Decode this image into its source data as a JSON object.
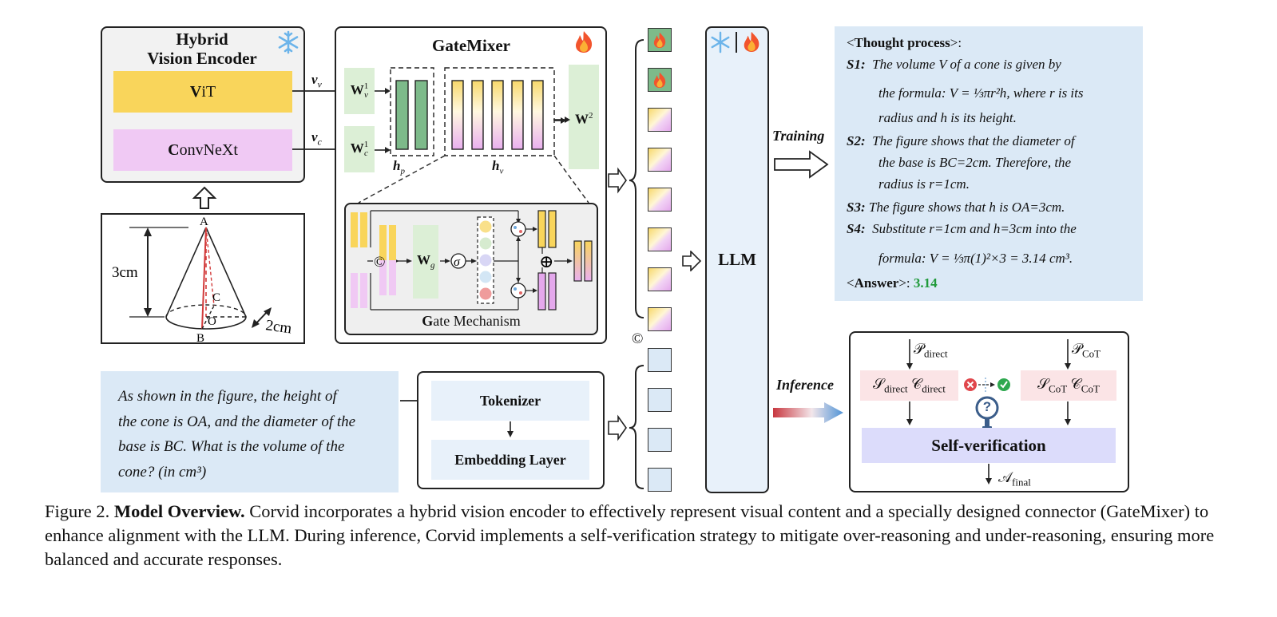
{
  "encoder": {
    "title_line1": "Hybrid",
    "title_line2": "Vision Encoder",
    "vit_initial": "V",
    "vit_rest": "iT",
    "conv_initial": "C",
    "conv_rest": "onvNeXt",
    "v_label": "v",
    "v_sub": "v",
    "c_label": "v",
    "c_sub": "c"
  },
  "geometry_figure": {
    "point_a": "A",
    "point_b": "B",
    "point_c": "C",
    "point_o": "O",
    "height_label": "3cm",
    "diameter_label": "2cm"
  },
  "gatemixer": {
    "title": "GateMixer",
    "w1v_base": "W",
    "w1v_sup": "1",
    "w1v_sub": "v",
    "w1c_base": "W",
    "w1c_sup": "1",
    "w1c_sub": "c",
    "hp_base": "h",
    "hp_sub": "p",
    "hv_base": "h",
    "hv_sub": "v",
    "w2_base": "W",
    "w2_sup": "2",
    "gate_initial": "G",
    "gate_rest": "ate Mechanism",
    "concat_symbol": "©",
    "wg_base": "W",
    "wg_sub": "g",
    "sigma": "σ",
    "plus": "⊕"
  },
  "tokens": {
    "concat_symbol": "©"
  },
  "llm": {
    "label": "LLM"
  },
  "question": {
    "line1": "As shown in the figure, the height of",
    "line2": "the cone is OA, and the diameter of the",
    "line3": "base is BC. What is the volume of the",
    "line4": "cone? (in cm³)"
  },
  "tokenizer": {
    "label": "Tokenizer"
  },
  "embedding": {
    "label": "Embedding Layer"
  },
  "thought": {
    "header_open": "<",
    "header_title": "Thought process",
    "header_close": ">:",
    "s1_label": "S1:",
    "s1_line1": "The volume V of a cone is given by",
    "s1_line2a": "the formula: ",
    "s1_formula": "V = ⅓πr²h",
    "s1_line2b": ", where r is its",
    "s1_line3": "radius and h is its height.",
    "s2_label": "S2:",
    "s2_line1": "The figure shows that the diameter of",
    "s2_line2": "the base is BC=2cm. Therefore, the",
    "s2_line3": "radius is r=1cm.",
    "s3_label": "S3:",
    "s3_text": "The figure shows that h is OA=3cm.",
    "s4_label": "S4:",
    "s4_line1": "Substitute r=1cm and h=3cm into the",
    "s4_line2a": "formula: ",
    "s4_formula": "V = ⅓π(1)²×3 = 3.14",
    "s4_line2b": " cm³.",
    "answer_open": "<",
    "answer_title": "Answer",
    "answer_close": ">: ",
    "answer_value": "3.14"
  },
  "training": {
    "label": "Training"
  },
  "inference": {
    "label": "Inference"
  },
  "verification": {
    "p_direct": "𝒫",
    "p_direct_sub": "direct",
    "p_cot": "𝒫",
    "p_cot_sub": "CoT",
    "s_direct": "𝒮",
    "s_direct_sub": "direct",
    "c_direct": "𝒞",
    "c_direct_sub": "direct",
    "s_cot": "𝒮",
    "s_cot_sub": "CoT",
    "c_cot": "𝒞",
    "c_cot_sub": "CoT",
    "self_verification": "Self-verification",
    "a_final": "𝒜",
    "a_final_sub": "final",
    "question_mark": "?"
  },
  "caption": {
    "prefix": "Figure 2. ",
    "title": "Model Overview.",
    "text": " Corvid incorporates a hybrid vision encoder to effectively represent visual content and a specially designed connector (GateMixer) to enhance alignment with the LLM. During inference, Corvid implements a self-verification strategy to mitigate over-reasoning and under-reasoning, ensuring more balanced and accurate responses."
  },
  "colors": {
    "vit_yellow": "#f9d55b",
    "conv_pink": "#f0c9f4",
    "green_block": "#dcefd6",
    "dark_green": "#7dba8a",
    "light_blue_panel": "#dbe9f6",
    "pink_panel": "#fbe4e6",
    "lavender_panel": "#dcdcfb",
    "answer_green": "#1f9a3a"
  },
  "icons": {
    "snowflake": "snowflake-icon",
    "fire": "fire-icon"
  }
}
